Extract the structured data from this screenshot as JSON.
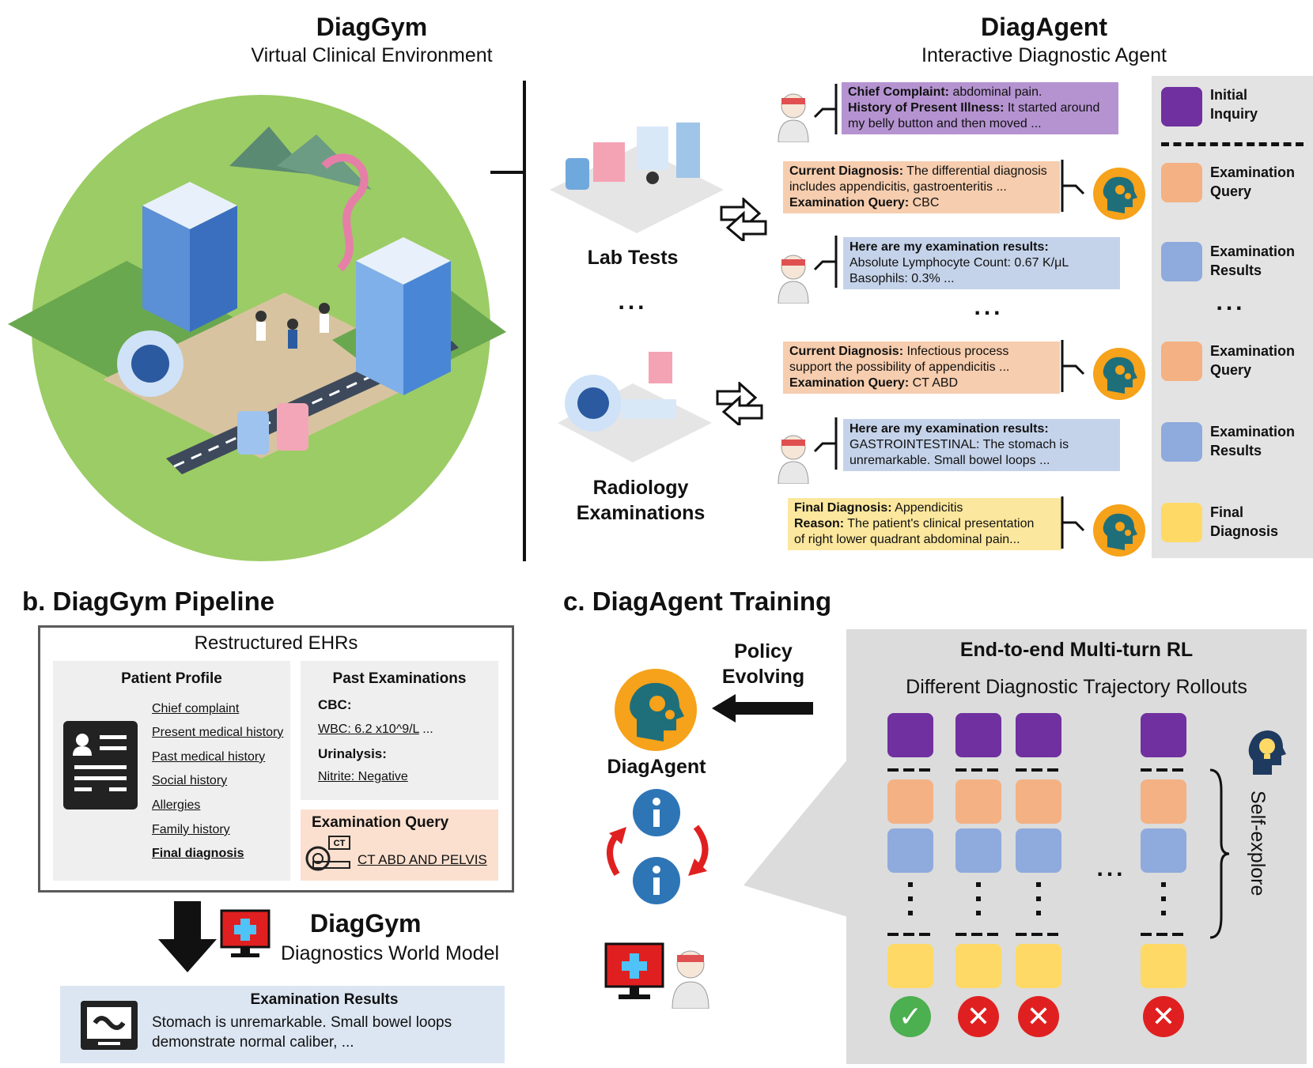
{
  "panel_a": {
    "left_title": "DiagGym",
    "left_subtitle": "Virtual Clinical Environment",
    "right_title": "DiagAgent",
    "right_subtitle": "Interactive Diagnostic Agent",
    "env_labels": {
      "lab": "Lab Tests",
      "ellipsis": "...",
      "radiology_line1": "Radiology",
      "radiology_line2": "Examinations"
    },
    "dialogue": [
      {
        "role": "patient",
        "color": "purple",
        "lines": [
          {
            "bold": "Chief Complaint:",
            "text": " abdominal pain."
          },
          {
            "bold": "History of Present Illness:",
            "text": " It started around"
          },
          {
            "bold": "",
            "text": "my belly button and then moved ..."
          }
        ]
      },
      {
        "role": "agent",
        "color": "orange",
        "lines": [
          {
            "bold": "Current Diagnosis:",
            "text": " The differential diagnosis"
          },
          {
            "bold": "",
            "text": "includes appendicitis, gastroenteritis ..."
          },
          {
            "bold": "Examination Query:",
            "text": " CBC"
          }
        ]
      },
      {
        "role": "env",
        "color": "blue",
        "lines": [
          {
            "bold": "Here are my examination results:",
            "text": ""
          },
          {
            "bold": "",
            "text": "Absolute Lymphocyte Count: 0.67 K/μL"
          },
          {
            "bold": "",
            "text": "Basophils: 0.3% ..."
          }
        ]
      },
      {
        "role": "agent",
        "color": "orange",
        "lines": [
          {
            "bold": "Current Diagnosis:",
            "text": " Infectious process"
          },
          {
            "bold": "",
            "text": "support the possibility of appendicitis ..."
          },
          {
            "bold": "Examination Query:",
            "text": " CT ABD"
          }
        ]
      },
      {
        "role": "env",
        "color": "blue",
        "lines": [
          {
            "bold": "Here are my examination results:",
            "text": ""
          },
          {
            "bold": "",
            "text": "GASTROINTESTINAL: The stomach is"
          },
          {
            "bold": "",
            "text": "unremarkable. Small bowel loops ..."
          }
        ]
      },
      {
        "role": "agent",
        "color": "yellow",
        "lines": [
          {
            "bold": "Final Diagnosis:",
            "text": " Appendicitis"
          },
          {
            "bold": "Reason:",
            "text": " The patient's clinical presentation"
          },
          {
            "bold": "",
            "text": "of right lower quadrant abdominal pain..."
          }
        ]
      }
    ],
    "dialogue_ellipsis": "...",
    "legend": [
      {
        "label1": "Initial",
        "label2": "Inquiry",
        "color": "#7030a0"
      },
      {
        "label1": "Examination",
        "label2": "Query",
        "color": "#f4b183"
      },
      {
        "label1": "Examination",
        "label2": "Results",
        "color": "#8faadc"
      },
      {
        "label1": "Examination",
        "label2": "Query",
        "color": "#f4b183"
      },
      {
        "label1": "Examination",
        "label2": "Results",
        "color": "#8faadc"
      },
      {
        "label1": "Final",
        "label2": "Diagnosis",
        "color": "#ffd966"
      }
    ],
    "legend_ellipsis": "..."
  },
  "panel_b": {
    "title": "b. DiagGym Pipeline",
    "frame_title": "Restructured EHRs",
    "profile_title": "Patient Profile",
    "profile_items": [
      "Chief complaint",
      "Present medical history",
      "Past medical history",
      "Social history",
      "Allergies",
      "Family history",
      "Final diagnosis"
    ],
    "past_title": "Past Examinations",
    "past_items": [
      {
        "head": "CBC:",
        "value": "WBC: 6.2 x10^9/L",
        "suffix": " ..."
      },
      {
        "head": "Urinalysis:",
        "value": "Nitrite: Negative",
        "suffix": ""
      }
    ],
    "query_title": "Examination Query",
    "query_icon": "CT",
    "query_value": "CT ABD AND PELVIS",
    "model_title": "DiagGym",
    "model_subtitle": "Diagnostics World Model",
    "results_title": "Examination Results",
    "results_line1": "Stomach is unremarkable. Small bowel loops",
    "results_line2": "demonstrate normal caliber, ..."
  },
  "panel_c": {
    "title": "c. DiagAgent Training",
    "policy_line1": "Policy",
    "policy_line2": "Evolving",
    "agent_label": "DiagAgent",
    "rl_title": "End-to-end Multi-turn RL",
    "rl_subtitle": "Different Diagnostic Trajectory Rollouts",
    "self_explore": "Self-explore",
    "ellipsis": "...",
    "outcomes": [
      "correct",
      "wrong",
      "wrong",
      "wrong"
    ]
  },
  "colors": {
    "purple": "#7030a0",
    "orange": "#f4b183",
    "blue": "#8faadc",
    "yellow": "#ffd966",
    "green": "#4caf50",
    "red": "#e02020"
  }
}
